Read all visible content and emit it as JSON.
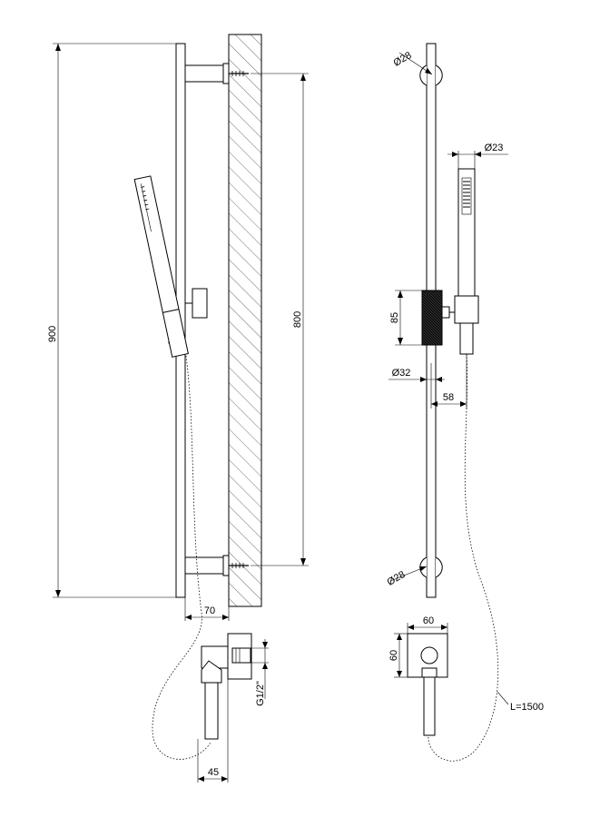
{
  "side_view": {
    "height_label": "900",
    "fixing_distance_label": "800",
    "projection_label": "70",
    "connector_thread_label": "G1/2\"",
    "connector_depth_label": "45"
  },
  "front_view": {
    "bracket_top_diameter_label": "Ø28",
    "handshower_diameter_label": "Ø23",
    "slider_height_label": "85",
    "bar_diameter_label": "Ø32",
    "handshower_offset_label": "58",
    "bracket_bottom_diameter_label": "Ø28",
    "connector_width_label": "60",
    "connector_height_label": "60",
    "hose_length_label": "L=1500"
  }
}
